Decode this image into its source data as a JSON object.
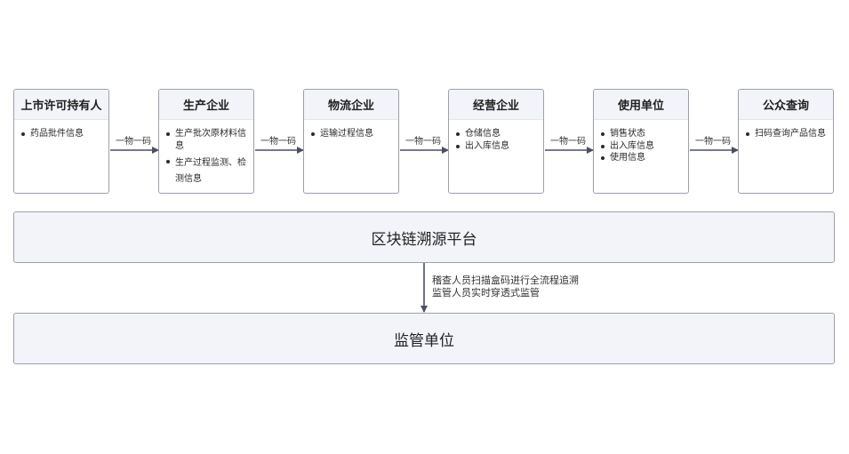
{
  "nodes": [
    {
      "id": "holder",
      "title": "上市许可持有人",
      "items": [
        "药品批件信息"
      ]
    },
    {
      "id": "producer",
      "title": "生产企业",
      "items": [
        "生产批次原材料信息",
        "生产过程监测、检测信息"
      ]
    },
    {
      "id": "logistics",
      "title": "物流企业",
      "items": [
        "运输过程信息"
      ]
    },
    {
      "id": "distributor",
      "title": "经营企业",
      "items": [
        "仓储信息",
        "出入库信息"
      ]
    },
    {
      "id": "user",
      "title": "使用单位",
      "items": [
        "销售状态",
        "出入库信息",
        "使用信息"
      ]
    },
    {
      "id": "public",
      "title": "公众查询",
      "items": [
        "扫码查询产品信息"
      ]
    }
  ],
  "edge_labels": [
    "一物一码",
    "一物一码",
    "一物一码",
    "一物一码",
    "一物一码"
  ],
  "platform": {
    "label": "区块链溯源平台"
  },
  "regulator": {
    "label": "监管单位"
  },
  "regulation_notes": [
    "稽查人员扫描盒码进行全流程追溯",
    "监管人员实时穿透式监管"
  ],
  "colors": {
    "border": "#9aa0b4",
    "fill": "#f3f4f9",
    "arrow": "#4a4f63"
  }
}
